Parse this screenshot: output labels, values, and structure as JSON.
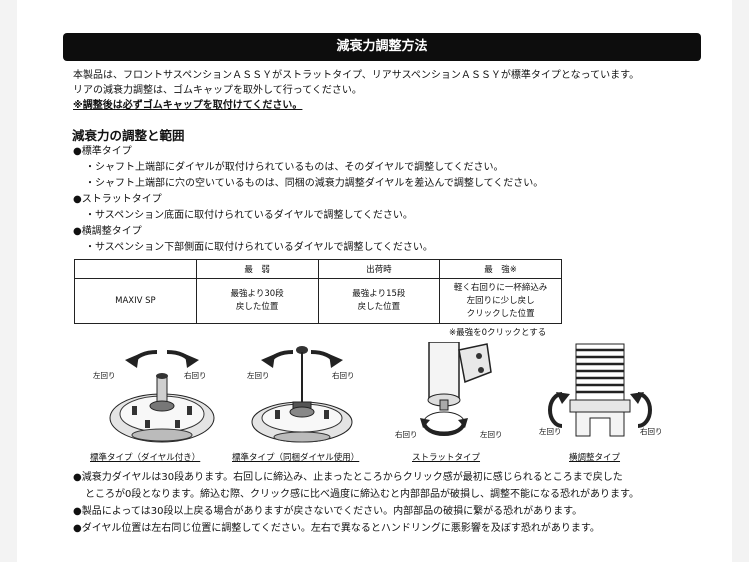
{
  "title": "減衰力調整方法",
  "intro": {
    "line1": "本製品は、フロントサスペンションＡＳＳＹがストラットタイプ、リアサスペンションＡＳＳＹが標準タイプとなっています。",
    "line2": "リアの減衰力調整は、ゴムキャップを取外して行ってください。",
    "note": "※調整後は必ずゴムキャップを取付けてください。"
  },
  "section_heading": "減衰力の調整と範囲",
  "types": {
    "standard_heading": "●標準タイプ",
    "standard_1": "・シャフト上端部にダイヤルが取付けられているものは、そのダイヤルで調整してください。",
    "standard_2": "・シャフト上端部に穴の空いているものは、同梱の減衰力調整ダイヤルを差込んで調整してください。",
    "strut_heading": "●ストラットタイプ",
    "strut_1": "・サスペンション底面に取付けられているダイヤルで調整してください。",
    "lateral_heading": "●横調整タイプ",
    "lateral_1": "・サスペンション下部側面に取付けられているダイヤルで調整してください。"
  },
  "table": {
    "headers": [
      "",
      "最　弱",
      "出荷時",
      "最　強※"
    ],
    "row": {
      "model": "MAXIV SP",
      "weakest": [
        "最強より30段",
        "戻した位置"
      ],
      "shipping": [
        "最強より15段",
        "戻した位置"
      ],
      "strongest": [
        "軽く右回りに一杯締込み",
        "左回りに少し戻し",
        "クリックした位置"
      ]
    },
    "note": "※最強を0クリックとする"
  },
  "figures": {
    "fig1_caption": "標準タイプ（ダイヤル付き）",
    "fig2_caption": "標準タイプ（同梱ダイヤル使用）",
    "fig3_caption": "ストラットタイプ",
    "fig4_caption": "横調整タイプ",
    "left_turn": "左回り",
    "right_turn": "右回り"
  },
  "notes": {
    "n1a": "●減衰力ダイヤルは30段あります。右回しに締込み、止まったところからクリック感が最初に感じられるところまで戻した",
    "n1b": "ところが0段となります。締込む際、クリック感に比べ過度に締込むと内部部品が破損し、調整不能になる恐れがあります。",
    "n2": "●製品によっては30段以上戻る場合がありますが戻さないでください。内部部品の破損に繋がる恐れがあります。",
    "n3": "●ダイヤル位置は左右同じ位置に調整してください。左右で異なるとハンドリングに悪影響を及ぼす恐れがあります。"
  }
}
